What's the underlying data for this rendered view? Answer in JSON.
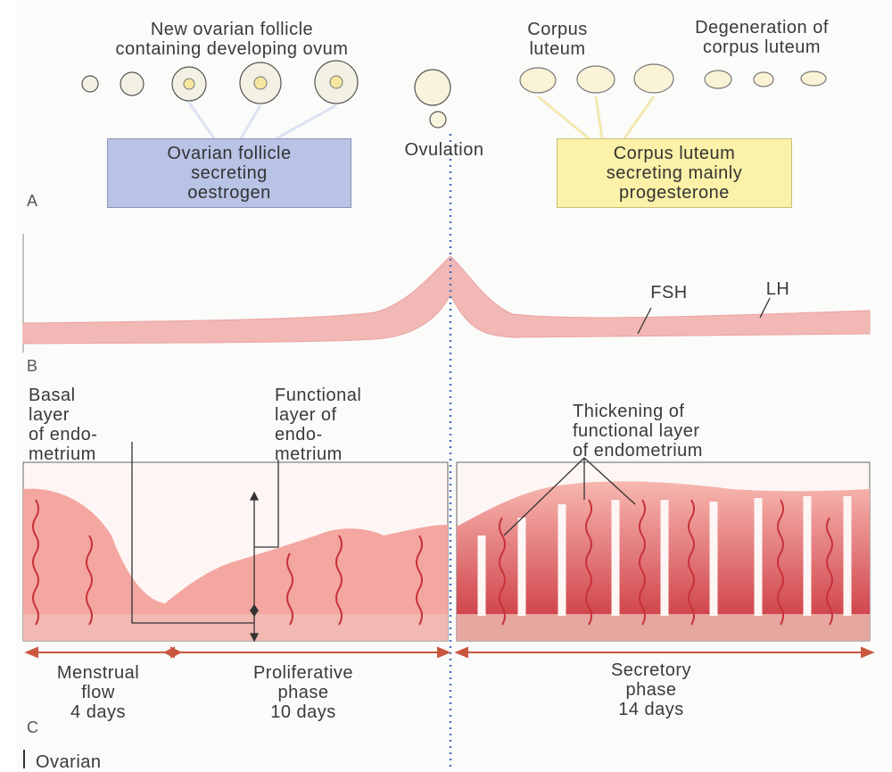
{
  "ovary": {
    "new_follicle_label": "New ovarian follicle\ncontaining developing ovum",
    "corpus_luteum_label": "Corpus\nluteum",
    "degeneration_label": "Degeneration of\ncorpus luteum",
    "follicle_box_label": "Ovarian follicle\nsecreting\noestrogen",
    "ovulation_label": "Ovulation",
    "luteum_box_label": "Corpus luteum\nsecreting mainly\nprogesterone",
    "follicle_box_color": "#b9c3e6",
    "luteum_box_color": "#fbf1a8"
  },
  "sections": {
    "a": "A",
    "b": "B",
    "c": "C"
  },
  "hormones": {
    "fsh_label": "FSH",
    "lh_label": "LH",
    "curve_color": "#f2b8b6"
  },
  "endometrium": {
    "basal_label": "Basal\nlayer\nof endo-\nmetrium",
    "functional_label": "Functional\nlayer of\nendo-\nmetrium",
    "thickening_label": "Thickening of\nfunctional layer\nof endometrium",
    "tissue_color": "#f4a6a0"
  },
  "phases": [
    {
      "label": "Menstrual\nflow\n4 days"
    },
    {
      "label": "Proliferative\nphase\n10 days"
    },
    {
      "label": "Secretory\nphase\n14 days"
    }
  ],
  "footer": {
    "ovarian_label": "Ovarian"
  }
}
